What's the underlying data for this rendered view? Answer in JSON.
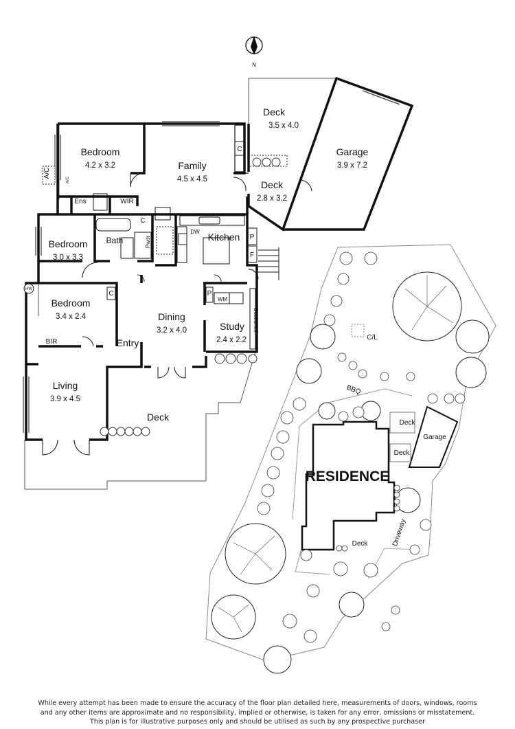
{
  "compass": {
    "label": "N"
  },
  "rooms": {
    "deck_top": {
      "name": "Deck",
      "dims": "3.5 x 4.0"
    },
    "garage": {
      "name": "Garage",
      "dims": "3.9 x 7.2"
    },
    "bedroom1": {
      "name": "Bedroom",
      "dims": "4.2 x 3.2"
    },
    "family": {
      "name": "Family",
      "dims": "4.5 x 4.5"
    },
    "deck_mid": {
      "name": "Deck",
      "dims": "2.8 x 3.2"
    },
    "bedroom2": {
      "name": "Bedroom",
      "dims": "3.0 x 3.3"
    },
    "bath": {
      "name": "Bath"
    },
    "kitchen": {
      "name": "Kitchen"
    },
    "bedroom3": {
      "name": "Bedroom",
      "dims": "3.4 x 2.4"
    },
    "dining": {
      "name": "Dining",
      "dims": "3.2 x 4.0"
    },
    "study": {
      "name": "Study",
      "dims": "2.4 x 2.2"
    },
    "entry": {
      "name": "Entry"
    },
    "living": {
      "name": "Living",
      "dims": "3.9 x 4.5"
    },
    "deck_bottom": {
      "name": "Deck"
    }
  },
  "small_labels": {
    "ac": "A/C",
    "ac_small": "A/C",
    "ens": "Ens",
    "wir": "WIR",
    "c_family": "C",
    "c_hall": "C",
    "c_bed3": "C",
    "pwdr": "Pwdr",
    "dw": "DW",
    "p_kitchen": "P",
    "f_kitchen": "F",
    "p_laundry": "P",
    "wm": "WM",
    "bookshelf": "Bookshelf",
    "bir": "BIR",
    "hw": "HW"
  },
  "site": {
    "residence": "RESIDENCE",
    "cl": "C/L",
    "bbq": "BBQ",
    "deck1": "Deck",
    "deck2": "Deck",
    "garage": "Garage",
    "deck3": "Deck",
    "driveway": "Driveway"
  },
  "disclaimer": [
    "While every attempt has been made to ensure the accuracy of the floor plan detailed here, measurements of doors, windows, rooms",
    "and any other items are approximate and no responsibility, implied or otherwise, is taken for any error, omissions or misstatement.",
    "This plan is for illustrative purposes only and should be utilised as such by any prospective purchaser"
  ]
}
